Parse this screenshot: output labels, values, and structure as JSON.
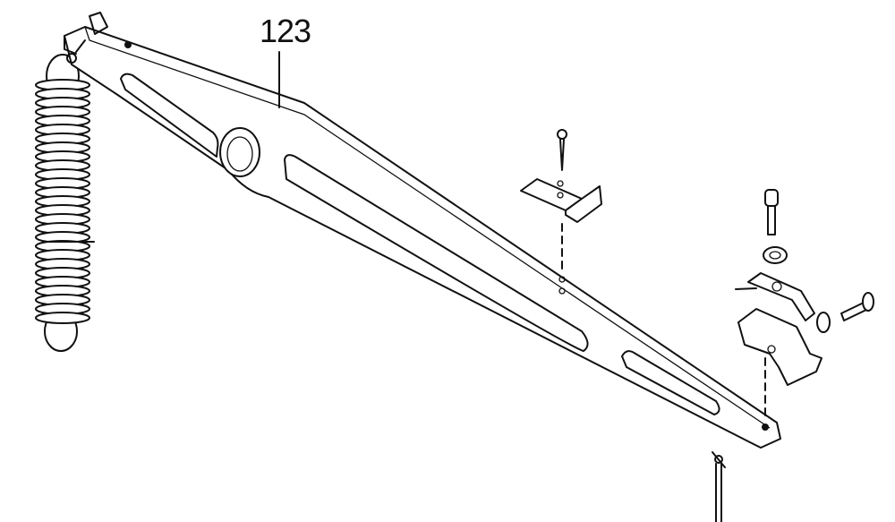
{
  "diagram": {
    "callouts": [
      {
        "label": "123",
        "target": "arm"
      }
    ],
    "parts": [
      "tension-spring",
      "arm",
      "bracket",
      "wood-screw",
      "cap-screw",
      "washer",
      "clip",
      "hinge-block",
      "bolt",
      "ring",
      "pin"
    ]
  }
}
